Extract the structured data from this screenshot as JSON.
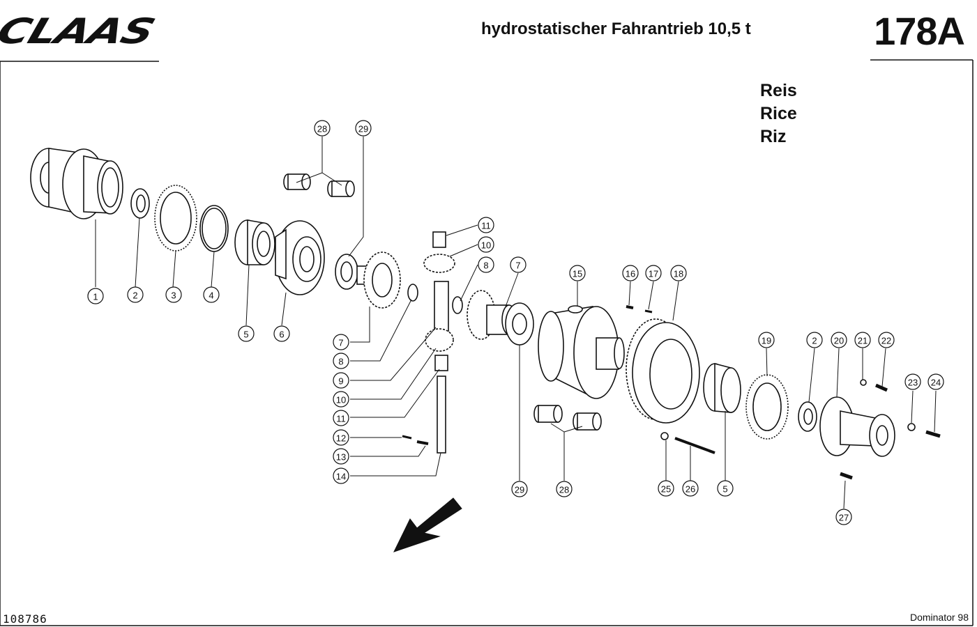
{
  "header": {
    "brand": "CLAAS",
    "title": "hydrostatischer Fahrantrieb 10,5 t",
    "page_number": "178A"
  },
  "crop_labels": [
    "Reis",
    "Rice",
    "Riz"
  ],
  "footer": {
    "document_number": "108786",
    "model": "Dominator 98"
  },
  "callouts": [
    "1",
    "2",
    "3",
    "4",
    "5",
    "6",
    "7",
    "8",
    "9",
    "10",
    "11",
    "12",
    "13",
    "14",
    "15",
    "16",
    "17",
    "18",
    "19",
    "2",
    "20",
    "21",
    "22",
    "23",
    "24",
    "25",
    "26",
    "27",
    "28",
    "29",
    "11",
    "10",
    "8",
    "7",
    "28",
    "29",
    "5"
  ]
}
